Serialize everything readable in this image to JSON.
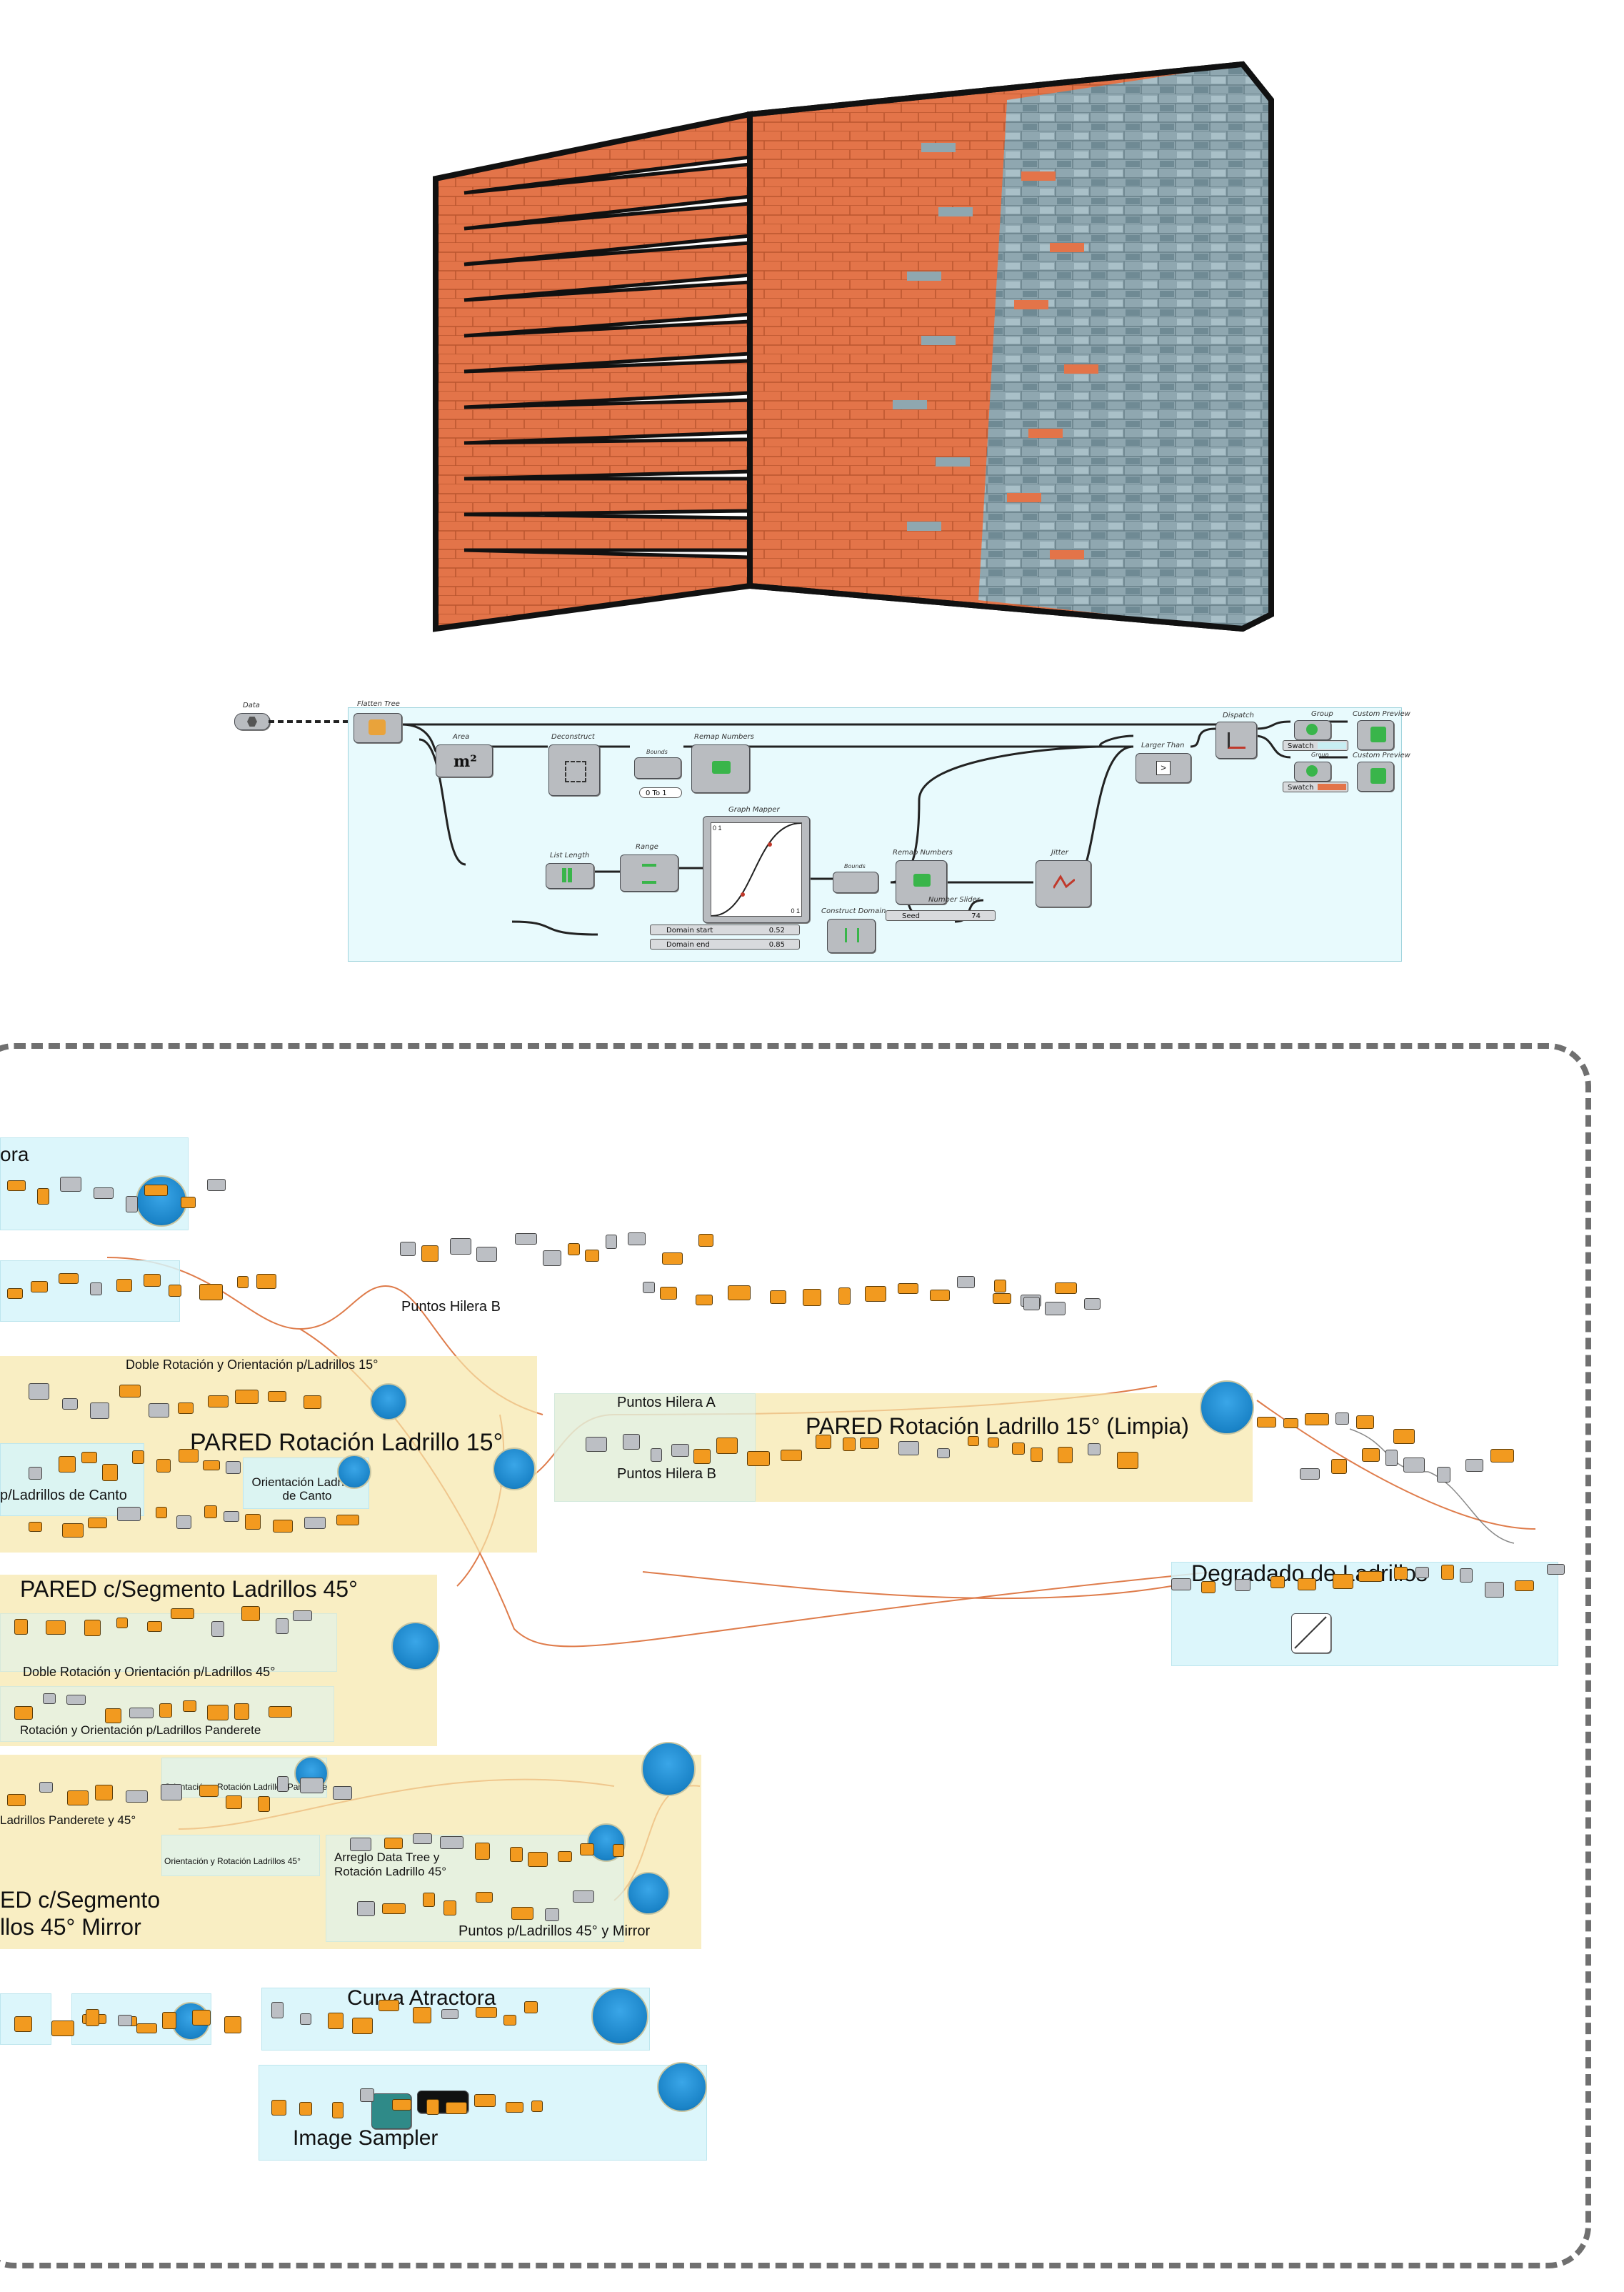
{
  "detail_graph": {
    "nodes": {
      "data": "Data",
      "flatten_tree": "Flatten Tree",
      "area": "Area",
      "deconstruct": "Deconstruct",
      "remap_numbers_top": "Remap Numbers",
      "larger_than": "Larger Than",
      "dispatch": "Dispatch",
      "group_1": "Group",
      "group_2": "Group",
      "custom_preview_1": "Custom Preview",
      "custom_preview_2": "Custom Preview",
      "graph_mapper": "Graph Mapper",
      "list_length": "List Length",
      "range": "Range",
      "bounds_top": "Bounds",
      "bounds_bottom": "Bounds",
      "remap_numbers_bottom": "Remap Numbers",
      "jitter": "Jitter",
      "construct_domain": "Construct Domain",
      "number_slider": "Number Slider"
    },
    "panel_range": "0 To 1",
    "graph_mapper_top_label": "0 1",
    "graph_mapper_bottom_label": "0 1",
    "swatch_1": "Swatch",
    "swatch_2": "Swatch",
    "sliders": {
      "domain_start_label": "Domain start",
      "domain_start_value": "0.52",
      "domain_end_label": "Domain end",
      "domain_end_value": "0.85",
      "seed_label": "Seed",
      "seed_value": "74"
    },
    "colors": {
      "brick": "#e37449",
      "glass": "#8fa7b0",
      "panel_bg": "#e8fafd",
      "wire": "#222222"
    }
  },
  "overview_groups": {
    "g_top_left": "ora",
    "puntos_hilera_b_1": "Puntos Hilera B",
    "doble_rotacion_15": "Doble Rotación y Orientación p/Ladrillos 15°",
    "pared_rotacion_15": "PARED Rotación Ladrillo 15°",
    "p_ladrillos_canto": "p/Ladrillos de Canto",
    "orientacion_canto_1": "Orientación Ladrillos",
    "orientacion_canto_2": "de Canto",
    "puntos_hilera_a": "Puntos Hilera A",
    "puntos_hilera_b_2": "Puntos Hilera B",
    "pared_rotacion_15_limpia": "PARED Rotación Ladrillo 15° (Limpia)",
    "degradado": "Degradado de Ladrillos",
    "pared_segmento_45": "PARED c/Segmento Ladrillos 45°",
    "doble_rotacion_45": "Doble Rotación y Orientación p/Ladrillos 45°",
    "rotacion_panderete": "Rotación y Orientación p/Ladrillos Panderete",
    "orientacion_panderete": "Orientación y Rotación Ladrillos Panderete",
    "ladrillos_panderete_45": "Ladrillos Panderete y 45°",
    "orientacion_rotacion_45": "Orientación y Rotación Ladrillos 45°",
    "arreglo_1": "Arreglo Data Tree y",
    "arreglo_2": "Rotación Ladrillo 45°",
    "mirror_1": "ED c/Segmento",
    "mirror_2": "llos 45° Mirror",
    "puntos_45_mirror": "Puntos p/Ladrillos 45° y Mirror",
    "curva_atractora": "Curva Atractora",
    "image_sampler": "Image Sampler"
  }
}
